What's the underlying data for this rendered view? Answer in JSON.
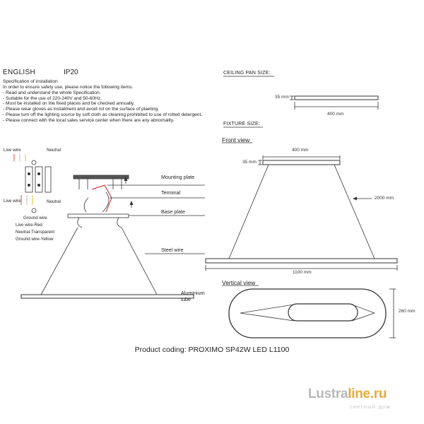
{
  "header": {
    "language": "ENGLISH",
    "ip_rating": "IP20"
  },
  "spec": {
    "title": "Specification of installation",
    "items": [
      "In order to ensure safety use, please notice the following items.",
      "- Read and understand the whole Specification.",
      "- Suitable for the use of 220-240V and 50-60Hz.",
      "- Must be installed on the fixed places and be checked annually.",
      "- Please wear gloves as installment and avoid rot on the surface of plaeting.",
      "- Please turn off the lighting source by soft cloth as cleaning prohibited to use of rotted detergent.",
      "- Please connect with the local sales service center when there are any abnomality."
    ]
  },
  "ceiling_pan": {
    "title": "CEILING PAN  SIZE:",
    "height_label": "35 mm",
    "width_label": "400 mm"
  },
  "fixture": {
    "title": "FIXTURE SIZE:"
  },
  "front_view": {
    "title": "Front view",
    "top_width_label": "400 mm",
    "top_height_label": "35 mm",
    "cable_length_label": "2000 mm",
    "bottom_width_label": "1100 mm"
  },
  "vertical_view": {
    "title": "Vertical view",
    "height_label": "260 mm"
  },
  "install": {
    "live_wire_top": "Live wire",
    "neutral_top": "Neutral",
    "live_wire_mid": "Live wire",
    "neutral_mid": "Neutral",
    "ground_wire": "Ground wire",
    "color_key": [
      "Live wire-Red",
      "Neutral-Transparent",
      "Ground wire-Yellow"
    ],
    "mounting_plate": "Mounting plate",
    "terminal": "Terminal",
    "base_plate": "Base plate",
    "steel_wire": "Steel wire",
    "aluminium_tube": "Aluminium\ntube"
  },
  "product_coding": "Product coding: PROXIMO SP42W LED L1100",
  "logo": {
    "brand_main": "Lustra",
    "brand_accent": "line.ru",
    "tagline": "светлый дом"
  },
  "colors": {
    "line": "#333333",
    "logo_grey": "#b8b8b8",
    "logo_orange": "#e7a93b",
    "wire_red": "#cc2222",
    "wire_yellow": "#d8b400"
  }
}
